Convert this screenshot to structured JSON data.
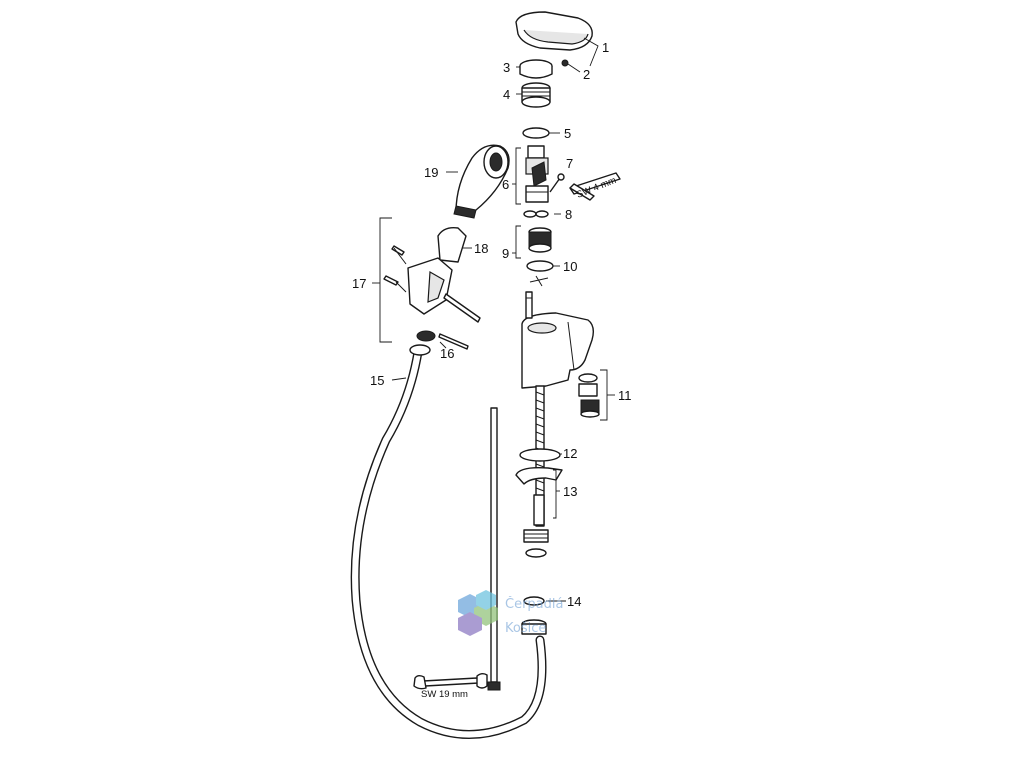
{
  "diagram": {
    "part_numbers": [
      "1",
      "2",
      "3",
      "4",
      "5",
      "6",
      "7",
      "8",
      "9",
      "10",
      "11",
      "12",
      "13",
      "14",
      "15",
      "16",
      "17",
      "18",
      "19"
    ],
    "tool_labels": {
      "hex_key": "SW 4 mm",
      "wrench": "SW 19 mm"
    }
  },
  "watermark": {
    "line1": "Čerpadlá",
    "line2": "Košice",
    "colors": [
      "#6fa8dc",
      "#93c47d",
      "#8e7cc3",
      "#6fc3df"
    ]
  }
}
